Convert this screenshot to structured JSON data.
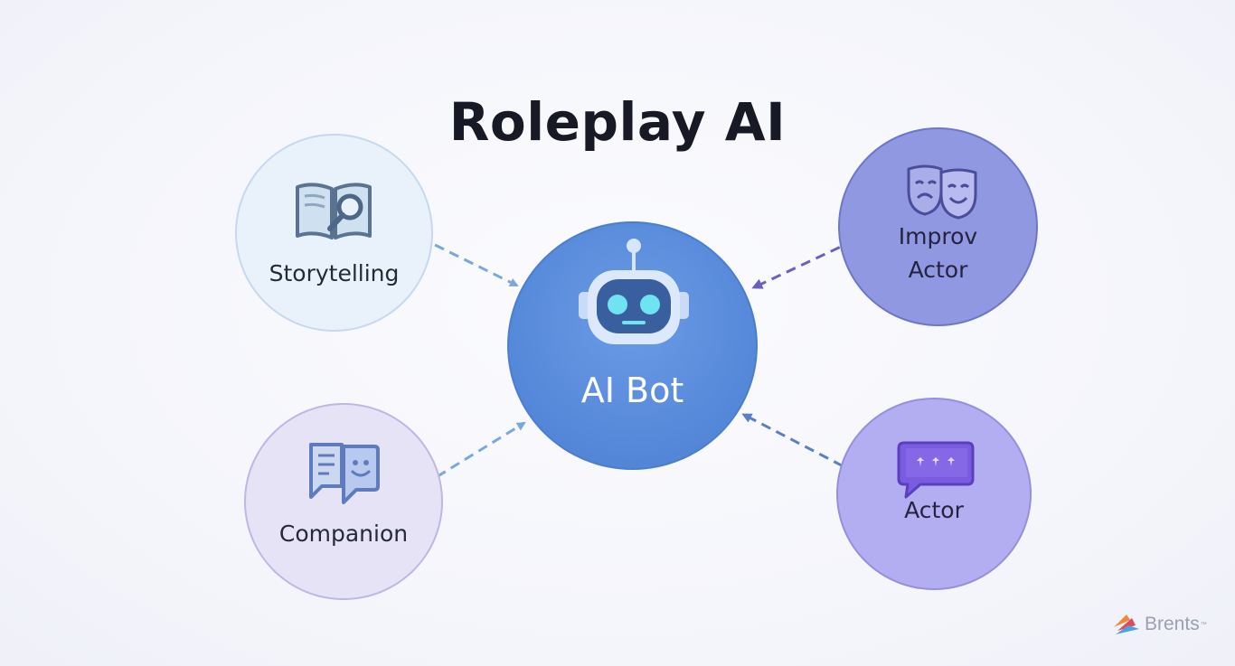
{
  "title": "Roleplay AI",
  "center": {
    "label": "AI Bot",
    "icon": "robot-icon"
  },
  "nodes": [
    {
      "id": "storytelling",
      "label": "Storytelling",
      "icon": "book-search-icon",
      "color": "#e9f1fa"
    },
    {
      "id": "companion",
      "label": "Companion",
      "icon": "chat-companion-icon",
      "color": "#e6e3f7"
    },
    {
      "id": "improv-actor",
      "label_line1": "Improv",
      "label_line2": "Actor",
      "icon": "theater-masks-icon",
      "color": "#8f98e0"
    },
    {
      "id": "actor",
      "label": "Actor",
      "icon": "speech-bubble-icon",
      "color": "#b3aef1"
    }
  ],
  "edges": [
    {
      "from": "storytelling",
      "to": "center",
      "style": "dashed",
      "color": "#7aa7dc"
    },
    {
      "from": "companion",
      "to": "center",
      "style": "dashed",
      "color": "#7aa7dc"
    },
    {
      "from": "improv-actor",
      "to": "center",
      "style": "dashed",
      "color": "#6d5fbf"
    },
    {
      "from": "actor",
      "to": "center",
      "style": "dashed",
      "color": "#5a7fc8"
    }
  ],
  "brand": {
    "name": "Brents",
    "mark": "™",
    "icon": "brand-logo-icon"
  }
}
